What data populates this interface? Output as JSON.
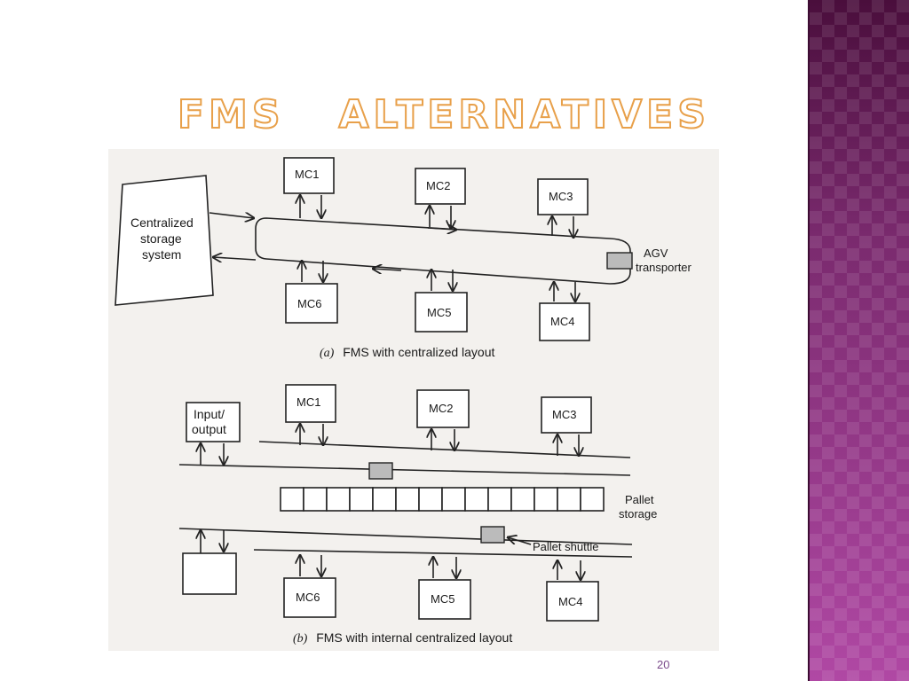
{
  "title": "FMS   Alternatives",
  "slide_number": "20",
  "diagram_a": {
    "machines_top": [
      "MC1",
      "MC2",
      "MC3"
    ],
    "machines_bottom": [
      "MC6",
      "MC5",
      "MC4"
    ],
    "storage_label": [
      "Centralized",
      "storage",
      "system"
    ],
    "agv_label": [
      "AGV",
      "transporter"
    ],
    "caption_letter": "(a)",
    "caption_text": "FMS with centralized layout"
  },
  "diagram_b": {
    "machines_top": [
      "MC1",
      "MC2",
      "MC3"
    ],
    "machines_bottom": [
      "MC6",
      "MC5",
      "MC4"
    ],
    "io_label": [
      "Input/",
      "output"
    ],
    "pallet_storage_label": [
      "Pallet",
      "storage"
    ],
    "pallet_shuttle_label": "Pallet shuttle",
    "caption_letter": "(b)",
    "caption_text": "FMS with internal centralized layout"
  },
  "colors": {
    "panel": "#8e2f83",
    "title_outline": "#e8a04a",
    "slide_number": "#7a4a8a"
  }
}
